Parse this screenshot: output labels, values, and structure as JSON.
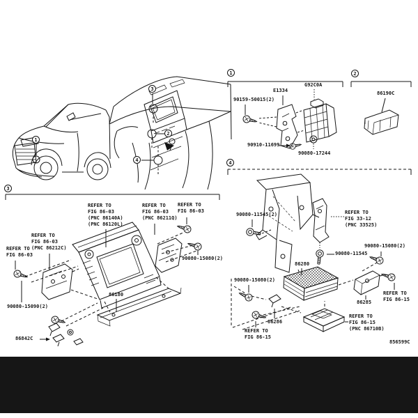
{
  "colors": {
    "ink": "#141414",
    "paper": "#ffffff",
    "footer_band": "#161616"
  },
  "diagram_code": "856599C",
  "section_callouts": {
    "s1": "1",
    "s2": "2",
    "s3": "3",
    "s4": "4"
  },
  "view_callouts": {
    "car": "1",
    "dash_top": "3",
    "dash_mid": "2",
    "dash_lower": "4"
  },
  "labels": {
    "s1_screw": "90159-50015(2)",
    "s1_bracket": "E1334",
    "s1_ecu": "G92C0A",
    "s1_bolt": "90910-11699",
    "s1_nut": "90080-17244",
    "s2_part": "86190C",
    "s3_screw_right": "90080-15080(2)",
    "s3_screw_bottom": "90080-15090(2)",
    "s3_rail": "86180",
    "s3_clip": "86842C",
    "s4_bolt_left": "90080-11545(2)",
    "s4_bolt_mid": "90080-11545",
    "s4_screw_right": "90080-15080(2)",
    "s4_screw_left": "90080-15080(2)",
    "s4_amplifier": "86280",
    "s4_bracket": "86285",
    "s4_clip": "86286"
  },
  "notes": {
    "s3_center": "REFER TO\nFIG 86-03\n(PNC 86140A)\n(PNC 86120L)",
    "s3_bracket_right": "REFER TO\nFIG 86-03\n(PNC 86211Q)",
    "s3_screw_right": "REFER TO\nFIG 86-03",
    "s3_bracket_left": "REFER TO\nFIG 86-03\n(PNC 86212C)",
    "s3_screw_left": "REFER TO\nFIG 86-03",
    "s4_shift": "REFER TO\nFIG 33-12\n(PNC 33525)",
    "s4_fig8615_right": "REFER TO\nFIG 86-15",
    "s4_fig8615_left": "REFER TO\nFIG 86-15",
    "s4_tray": "REFER TO\nFIG 86-15\n(PNC 86710B)"
  }
}
